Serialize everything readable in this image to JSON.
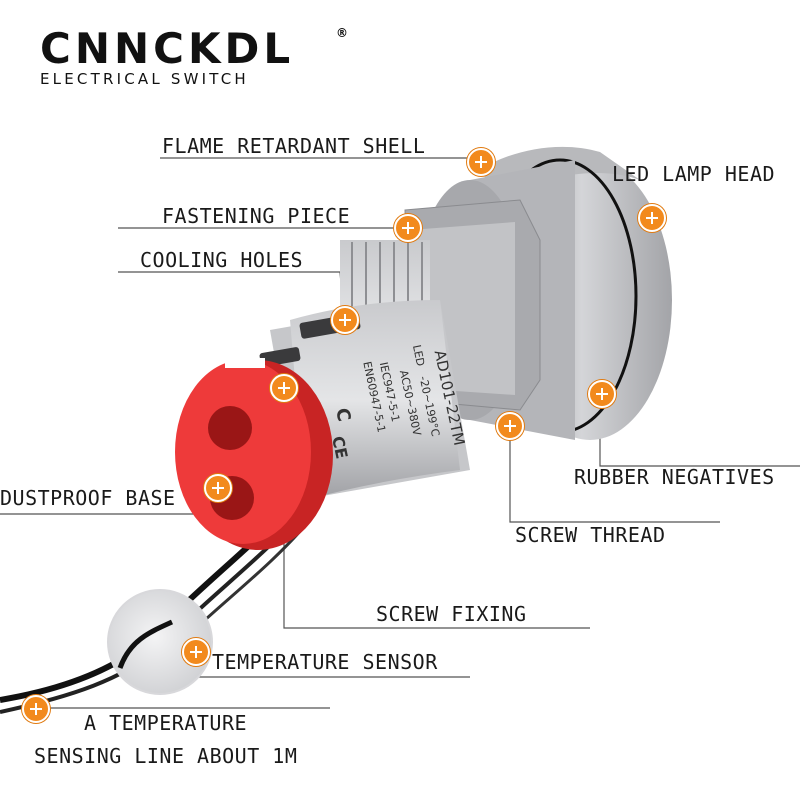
{
  "brand": {
    "name": "CNNCKDL",
    "registered": "®",
    "subtitle": "ELECTRICAL SWITCH"
  },
  "callouts": {
    "flame_retardant_shell": "FLAME RETARDANT SHELL",
    "led_lamp_head": "LED LAMP HEAD",
    "fastening_piece": "FASTENING PIECE",
    "cooling_holes": "COOLING HOLES",
    "rubber_negatives": "RUBBER NEGATIVES",
    "dustproof_base": "DUSTPROOF BASE",
    "screw_thread": "SCREW THREAD",
    "screw_fixing": "SCREW FIXING",
    "temperature_sensor": "TEMPERATURE SENSOR",
    "sensing_line_1": "A TEMPERATURE",
    "sensing_line_2": "SENSING LINE ABOUT 1M"
  },
  "product_print": {
    "model": "AD101-22TM",
    "led": "LED",
    "range": "-20~199°C",
    "voltage": "AC50~380V",
    "standard_1": "IEC947-5-1",
    "standard_2": "EN60947-5-1",
    "ce": "CE",
    "logo": "C"
  },
  "colors": {
    "marker": "#f28a1d",
    "body": "#b9babd",
    "base": "#ee3a3a",
    "text": "#1a1a1a"
  }
}
